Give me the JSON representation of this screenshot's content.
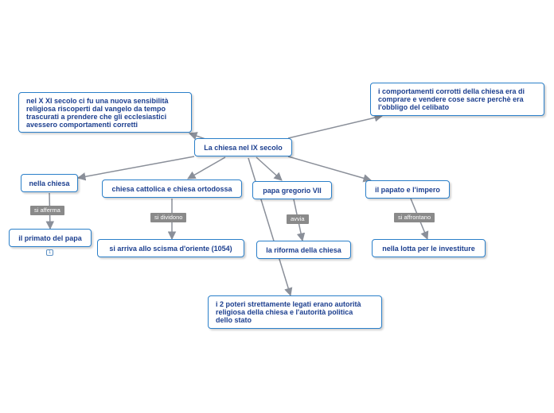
{
  "diagram": {
    "center": "La chiesa nel IX secolo",
    "top_left": "nel X XI secolo ci fu una nuova sensibilità\nreligiosa riscoperti dal vangelo da tempo\ntrascurati a prendere che gli ecclesiastici\navessero comportamenti corretti",
    "top_right": "i comportamenti corrotti della chiesa era di\ncomprare e vendere cose sacre perchè era\nl'obbligo del celibato",
    "nella_chiesa": "nella chiesa",
    "chiesa_cattolica": "chiesa cattolica e chiesa ortodossa",
    "papa_gregorio": "papa gregorio VII",
    "papato_impero": "il papato e l'impero",
    "primato": "il primato del papa",
    "scisma": "si arriva allo scisma d'oriente (1054)",
    "riforma": "la riforma della chiesa",
    "investiture": "nella lotta per le investiture",
    "poteri": "i 2 poteri strettamente legati erano autorità\nreligiosa della chiesa e l'autorità politica\ndello stato",
    "tag_afferma": "si afferma",
    "tag_dividono": "si dividono",
    "tag_avvia": "avvia",
    "tag_affrontano": "si affrontano",
    "badge_count": "1"
  },
  "colors": {
    "node_border": "#2a7fc9",
    "node_text": "#1c3f8f",
    "connector": "#8a8f99",
    "tag_bg": "#8a8a8a"
  }
}
